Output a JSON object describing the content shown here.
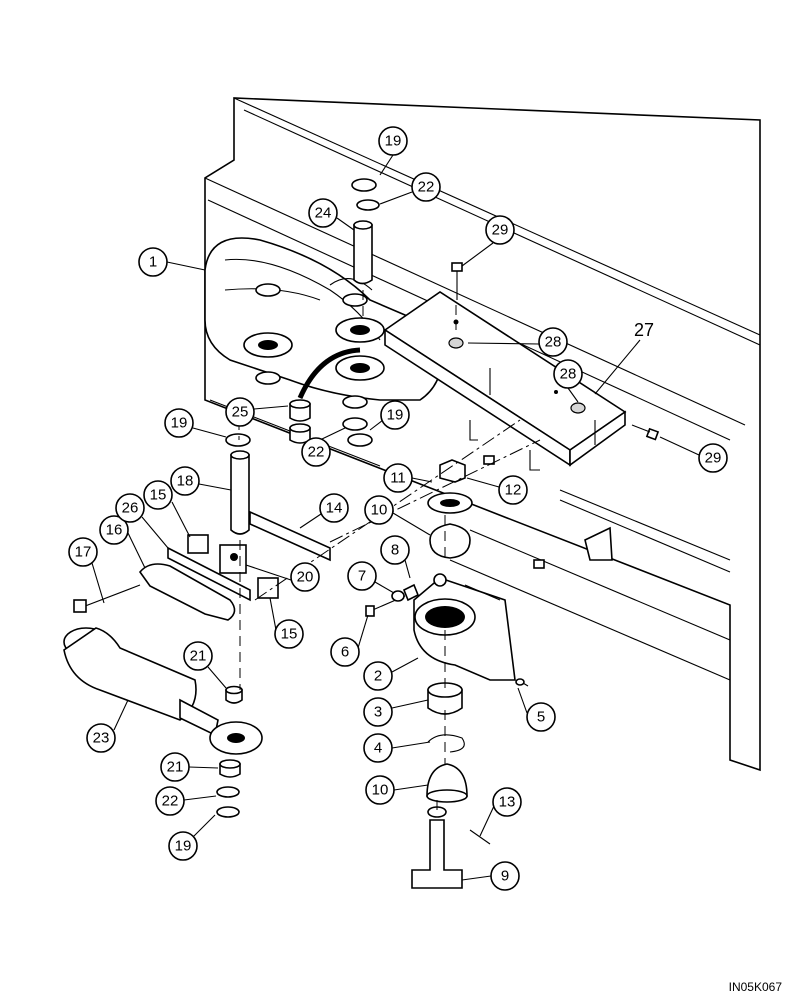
{
  "diagram": {
    "image_code": "IN05K067",
    "reference_label": "27",
    "callouts": [
      {
        "id": "c1",
        "label": "1"
      },
      {
        "id": "c2",
        "label": "2"
      },
      {
        "id": "c3",
        "label": "3"
      },
      {
        "id": "c4",
        "label": "4"
      },
      {
        "id": "c5",
        "label": "5"
      },
      {
        "id": "c6",
        "label": "6"
      },
      {
        "id": "c7",
        "label": "7"
      },
      {
        "id": "c8",
        "label": "8"
      },
      {
        "id": "c9",
        "label": "9"
      },
      {
        "id": "c10a",
        "label": "10"
      },
      {
        "id": "c10b",
        "label": "10"
      },
      {
        "id": "c11",
        "label": "11"
      },
      {
        "id": "c12",
        "label": "12"
      },
      {
        "id": "c13",
        "label": "13"
      },
      {
        "id": "c14",
        "label": "14"
      },
      {
        "id": "c15a",
        "label": "15"
      },
      {
        "id": "c15b",
        "label": "15"
      },
      {
        "id": "c16",
        "label": "16"
      },
      {
        "id": "c17",
        "label": "17"
      },
      {
        "id": "c18",
        "label": "18"
      },
      {
        "id": "c19a",
        "label": "19"
      },
      {
        "id": "c19b",
        "label": "19"
      },
      {
        "id": "c19c",
        "label": "19"
      },
      {
        "id": "c19d",
        "label": "19"
      },
      {
        "id": "c20",
        "label": "20"
      },
      {
        "id": "c21a",
        "label": "21"
      },
      {
        "id": "c21b",
        "label": "21"
      },
      {
        "id": "c22a",
        "label": "22"
      },
      {
        "id": "c22b",
        "label": "22"
      },
      {
        "id": "c22c",
        "label": "22"
      },
      {
        "id": "c23",
        "label": "23"
      },
      {
        "id": "c24",
        "label": "24"
      },
      {
        "id": "c25",
        "label": "25"
      },
      {
        "id": "c26",
        "label": "26"
      },
      {
        "id": "c28a",
        "label": "28"
      },
      {
        "id": "c28b",
        "label": "28"
      },
      {
        "id": "c29a",
        "label": "29"
      },
      {
        "id": "c29b",
        "label": "29"
      }
    ]
  }
}
